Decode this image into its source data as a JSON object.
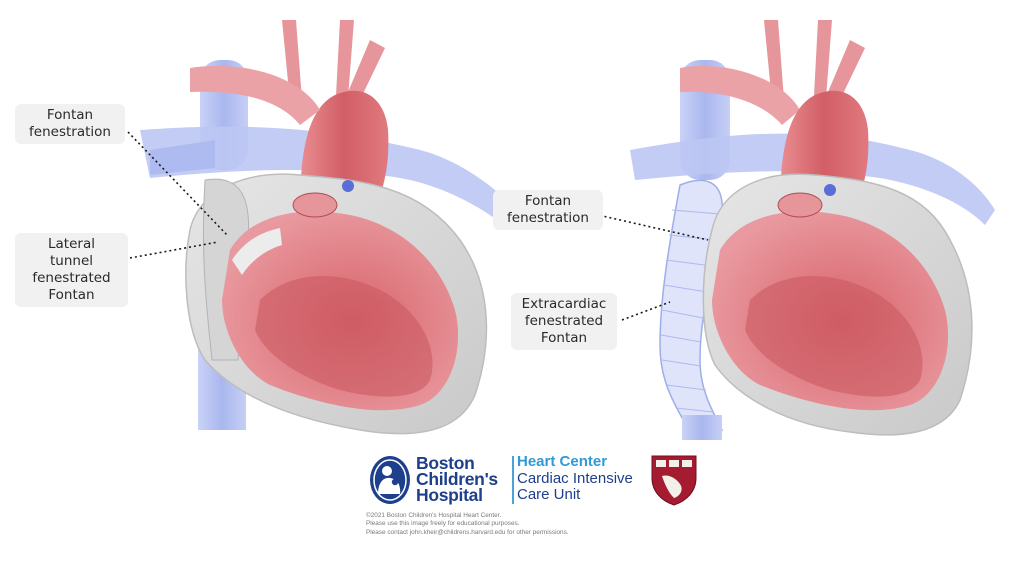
{
  "labels": {
    "left_fenestration": [
      "Fontan",
      "fenestration"
    ],
    "lateral_tunnel": [
      "Lateral tunnel",
      "fenestrated",
      "Fontan"
    ],
    "right_fenestration": [
      "Fontan",
      "fenestration"
    ],
    "extracardiac": [
      "Extracardiac",
      "fenestrated",
      "Fontan"
    ]
  },
  "footer": {
    "hospital_name": [
      "Boston",
      "Children's",
      "Hospital"
    ],
    "center_lines": [
      "Heart Center",
      "Cardiac Intensive",
      "Care Unit"
    ],
    "copyright_lines": [
      "©2021 Boston Children's Hospital Heart Center.",
      "Please use this image freely for educational purposes.",
      "Please contact john.kheir@childrens.harvard.edu for other permissions."
    ]
  },
  "colors": {
    "vein_blue": "#b9c4f2",
    "artery_red": "#dc6b71",
    "myocardium": "#e08a8f",
    "chamber_gray": "#d9d9d9",
    "brand_blue": "#1d3f8c",
    "accent_blue": "#2e9bd6",
    "harvard_crimson": "#a51c30"
  }
}
